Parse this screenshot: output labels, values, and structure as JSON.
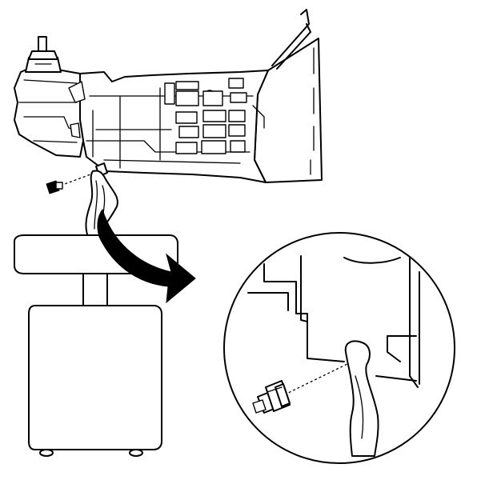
{
  "figure": {
    "background": "#ffffff",
    "stroke_color": "#000000",
    "parts": [
      "transmission-assembly",
      "drain-plug",
      "rag",
      "drain-pan",
      "detail-callout-circle"
    ]
  }
}
